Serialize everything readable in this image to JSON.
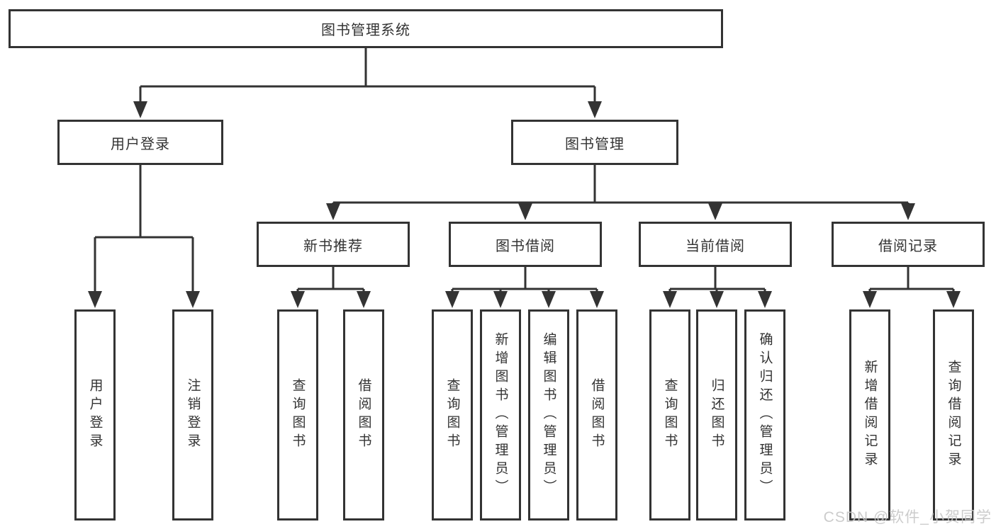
{
  "title": "图书管理系统",
  "branches": {
    "user_login": {
      "label": "用户登录",
      "children": [
        "用户登录",
        "注销登录"
      ]
    },
    "book_management": {
      "label": "图书管理",
      "sections": [
        {
          "label": "新书推荐",
          "children": [
            "查询图书",
            "借阅图书"
          ]
        },
        {
          "label": "图书借阅",
          "children": [
            "查询图书",
            "新增图书（管理员）",
            "编辑图书（管理员）",
            "借阅图书"
          ]
        },
        {
          "label": "当前借阅",
          "children": [
            "查询图书",
            "归还图书",
            "确认归还（管理员）"
          ]
        },
        {
          "label": "借阅记录",
          "children": [
            "新增借阅记录",
            "查询借阅记录"
          ]
        }
      ]
    }
  },
  "watermark": "CSDN @软件_小贺同学",
  "colors": {
    "line": "#333333",
    "text": "#333333",
    "box_background": "#ffffff",
    "watermark": "#c7c7c7"
  }
}
